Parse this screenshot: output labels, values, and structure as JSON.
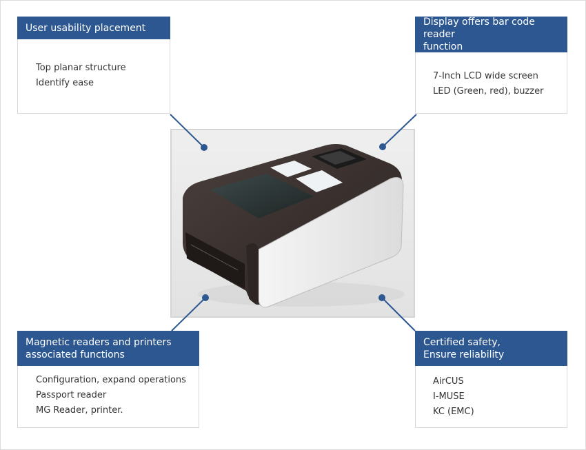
{
  "features": {
    "top_left": {
      "title": "User usability placement",
      "items": [
        "Top planar structure",
        "Identify ease"
      ]
    },
    "top_right": {
      "title": "Display offers bar code reader\nfunction",
      "items": [
        "7-Inch LCD wide screen",
        "LED (Green, red), buzzer"
      ]
    },
    "bottom_left": {
      "title": "Magnetic readers and printers\nassociated functions",
      "items": [
        "Configuration, expand operations",
        "Passport reader",
        "MG Reader, printer."
      ]
    },
    "bottom_right": {
      "title": "Certified safety,\nEnsure reliability",
      "items": [
        "AirCUS",
        "I-MUSE",
        "KC (EMC)"
      ]
    }
  },
  "colors": {
    "accent": "#2c5790",
    "border": "#d9d9d9"
  }
}
